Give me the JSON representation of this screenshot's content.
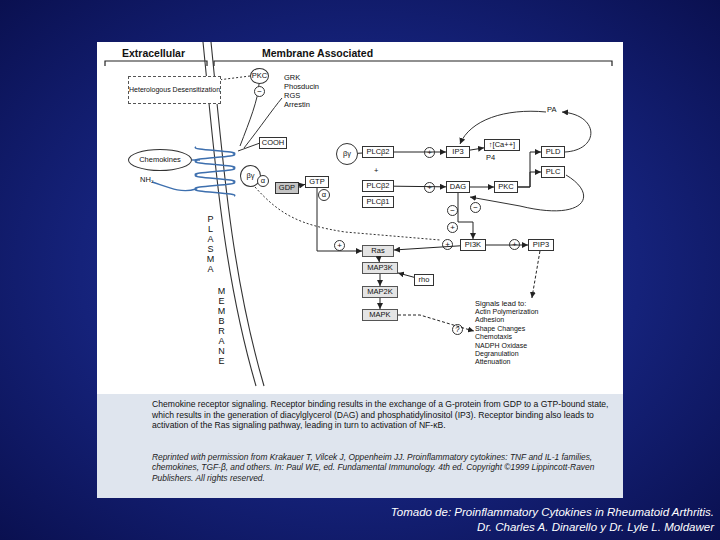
{
  "diagram": {
    "caption": "Chemokine receptor signaling. Receptor binding results in the exchange of a G-protein from GDP to a GTP-bound state, which results in the generation of diacylglycerol (DAG) and phosphatidylinositol (IP3). Receptor binding also leads to activation of the Ras signaling pathway, leading in turn to activation of NF-κB.",
    "nodes": [
      {
        "text": [
          "Heterologous Desensitization"
        ]
      },
      {
        "text": [
          "PKC"
        ]
      },
      {
        "text": [
          "Chemokines"
        ]
      },
      {
        "text": [
          "COOH"
        ]
      },
      {
        "text": [
          "βγ"
        ]
      },
      {
        "text": [
          "α"
        ]
      },
      {
        "text": [
          "GDP"
        ]
      },
      {
        "text": [
          "GTP"
        ]
      },
      {
        "text": [
          "α"
        ]
      },
      {
        "text": [
          "βγ"
        ]
      },
      {
        "text": [
          "PLCβ2"
        ]
      },
      {
        "text": [
          "PLCβ2"
        ]
      },
      {
        "text": [
          "PLCβ1"
        ]
      },
      {
        "text": [
          "IP3"
        ]
      },
      {
        "text": [
          "↑[Ca++]"
        ]
      },
      {
        "text": [
          "DAG"
        ]
      },
      {
        "text": [
          "PKC"
        ]
      },
      {
        "text": [
          "PLD"
        ]
      },
      {
        "text": [
          "PLC"
        ]
      },
      {
        "text": [
          "Ras"
        ]
      },
      {
        "text": [
          "MAP3K"
        ]
      },
      {
        "text": [
          "MAP2K"
        ]
      },
      {
        "text": [
          "MAPK"
        ]
      },
      {
        "text": [
          "rho"
        ]
      },
      {
        "text": [
          "PI3K"
        ]
      },
      {
        "text": [
          "PIP3"
        ]
      },
      {
        "text": [
          "Signals lead to:",
          "Actin Polymerization",
          "Adhesion",
          "Shape Changes",
          "Chemotaxis",
          "NADPH Oxidase",
          "Degranulation",
          "Attenuation"
        ]
      }
    ],
    "edges": [
      {
        "from": 6,
        "to": 7,
        "arrow": "to"
      },
      {
        "from": 10,
        "to": 13,
        "arrow": "to"
      },
      {
        "from": 11,
        "to": 15,
        "arrow": "to"
      },
      {
        "from": 13,
        "to": 14,
        "arrow": "to"
      },
      {
        "from": 15,
        "to": 16,
        "arrow": "to"
      },
      {
        "from": 16,
        "to": 17,
        "arrow": "to"
      },
      {
        "from": 16,
        "to": 18,
        "arrow": "to"
      },
      {
        "from": 7,
        "to": 19,
        "arrow": "to"
      },
      {
        "from": 19,
        "to": 20,
        "arrow": "to"
      },
      {
        "from": 20,
        "to": 21,
        "arrow": "to"
      },
      {
        "from": 21,
        "to": 22,
        "arrow": "to"
      },
      {
        "from": 24,
        "to": 19,
        "arrow": "to"
      },
      {
        "from": 24,
        "to": 25,
        "arrow": "to"
      },
      {
        "from": 25,
        "to": 26,
        "arrow": "to"
      },
      {
        "from": 22,
        "to": 26,
        "arrow": "to"
      },
      {
        "from": 23,
        "to": 20,
        "arrow": "to"
      },
      {
        "from": 15,
        "to": 24,
        "arrow": "to"
      },
      {
        "from": 9,
        "to": 10,
        "arrow": "none"
      }
    ],
    "labels": [
      "Extracellular",
      "Membrane Associated",
      "GRK",
      "Phosducin",
      "RGS",
      "Arrestin",
      "NH₂",
      "PLASMA",
      "MEMBRANE",
      "P4",
      "PA",
      "+",
      "−",
      "+",
      "+",
      "−",
      "+",
      "−",
      "+",
      "+",
      "+",
      "?",
      "Reprinted with permission from Krakauer T, Vilcek J, Oppenheim JJ. Proinflammatory cytokines: TNF and IL-1 families, chemokines, TGF-β, and others. In: Paul WE, ed. Fundamental Immunology. 4th ed. Copyright ©1999 Lippincott-Raven Publishers. All rights reserved.",
      "Tomado de: Proinflammatory Cytokines in Rheumatoid Arthritis.",
      "Dr. Charles A. Dinarello y Dr. Lyle L. Moldawer"
    ]
  }
}
